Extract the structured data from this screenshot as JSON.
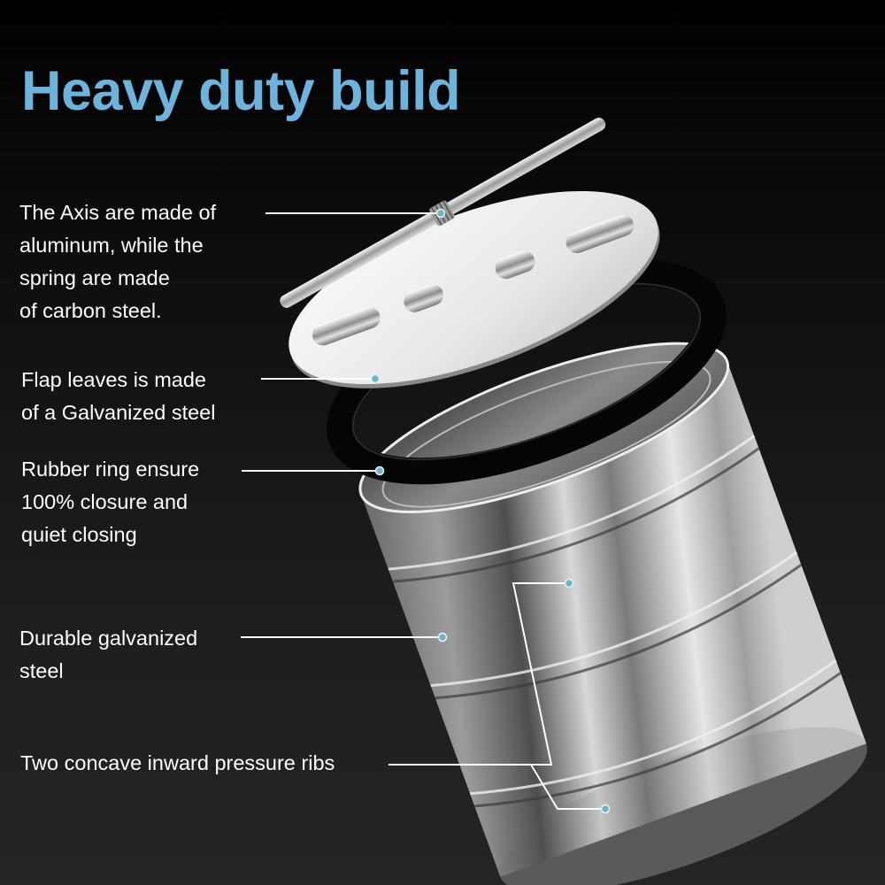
{
  "title": "Heavy duty build",
  "colors": {
    "title": "#6cb4dc",
    "callout_dot": "#6fb3c9",
    "leader_line": "#ffffff",
    "text": "#ffffff",
    "background_top": "#000000",
    "background_bottom": "#242424"
  },
  "callouts": [
    {
      "id": "axis-spring",
      "lines": [
        "The Axis are made of",
        "aluminum, while the",
        "spring are made",
        "of carbon steel."
      ]
    },
    {
      "id": "flap-leaves",
      "lines": [
        "Flap leaves is made",
        "of a Galvanized steel"
      ]
    },
    {
      "id": "rubber-ring",
      "lines": [
        "Rubber ring ensure",
        "100% closure and",
        "quiet closing"
      ]
    },
    {
      "id": "galvanized-body",
      "lines": [
        "Durable galvanized",
        "steel"
      ]
    },
    {
      "id": "pressure-ribs",
      "lines": [
        "Two concave inward pressure ribs"
      ]
    }
  ],
  "icons": {
    "callout_marker": "dot-marker-icon"
  }
}
